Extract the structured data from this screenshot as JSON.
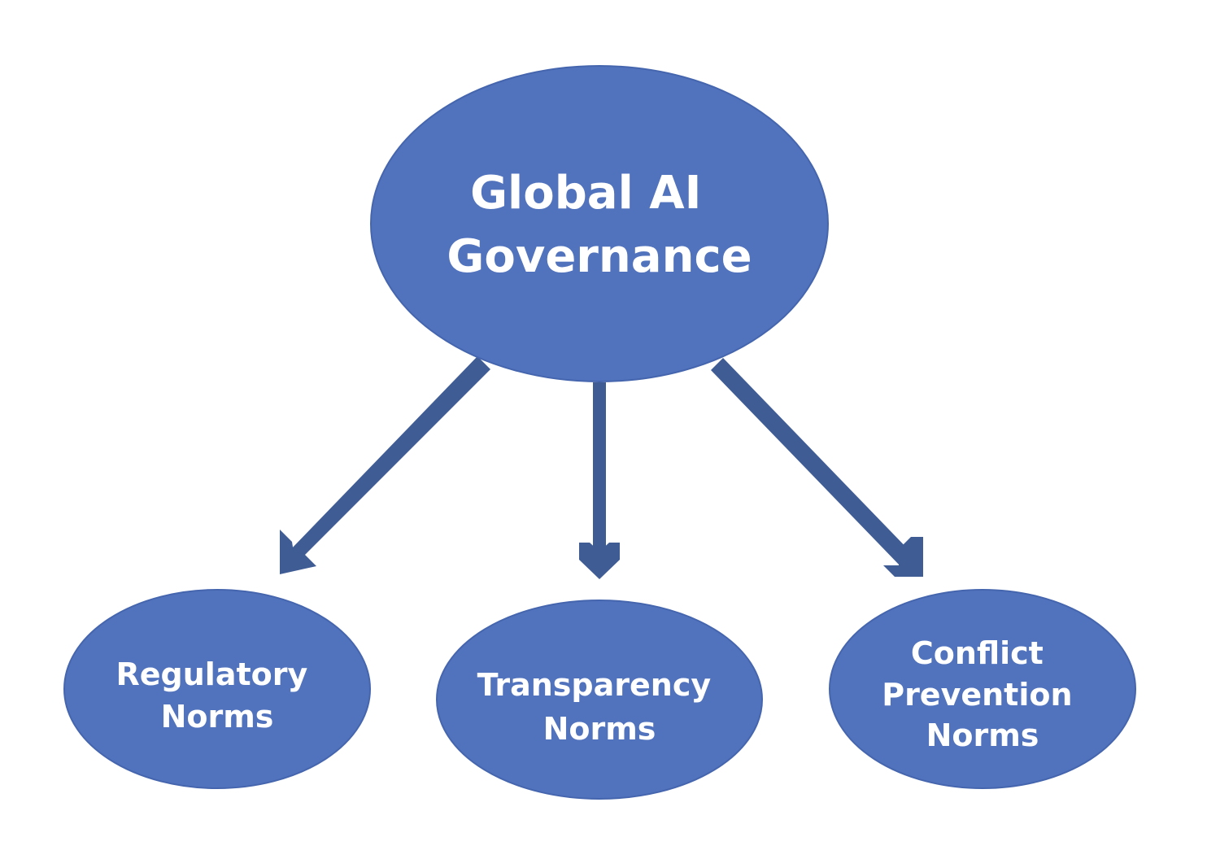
{
  "colors": {
    "background": "#ffffff",
    "node_fill": "#5172BD",
    "node_stroke": "#4566AE",
    "arrow": "#3F5C94",
    "label": "#ffffff"
  },
  "root": {
    "label_lines": [
      "Global AI",
      "Governance"
    ]
  },
  "children": [
    {
      "id": "regulatory",
      "label_lines": [
        "Regulatory",
        "Norms"
      ]
    },
    {
      "id": "transparency",
      "label_lines": [
        "Transparency",
        "Norms"
      ]
    },
    {
      "id": "conflict-prevention",
      "label_lines": [
        "Conflict",
        "Prevention",
        "Norms"
      ]
    }
  ],
  "edges": [
    {
      "from": "root",
      "to": "regulatory"
    },
    {
      "from": "root",
      "to": "transparency"
    },
    {
      "from": "root",
      "to": "conflict-prevention"
    }
  ]
}
